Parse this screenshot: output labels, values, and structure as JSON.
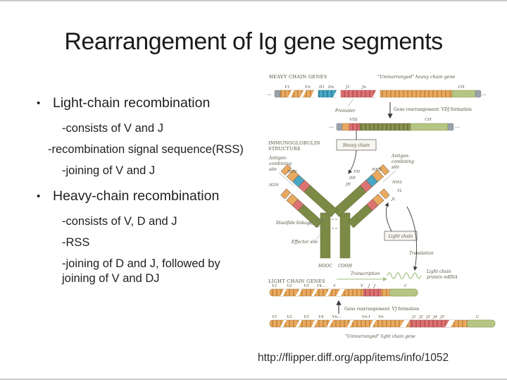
{
  "slide": {
    "title": "Rearrangement of Ig gene segments",
    "bullet_mark": "•",
    "bullets": [
      {
        "label": "Light-chain recombination",
        "subs": [
          "-consists of V and J",
          "-recombination signal sequence(RSS)",
          "-joining of V and J"
        ]
      },
      {
        "label": "Heavy-chain recombination",
        "subs": [
          "-consists of V, D and J",
          "-RSS",
          "-joining of D and J, followed by joining of V and DJ"
        ]
      }
    ],
    "source_url": "http://flipper.diff.org/app/items/info/1052"
  },
  "diagram": {
    "heavy": {
      "section": "HEAVY CHAIN GENES",
      "unrearranged": "\"Unrearranged\" heavy chain gene",
      "v1": "V1",
      "vn": "Vn",
      "d1": "D1",
      "dn": "Dn",
      "j1": "J1",
      "jn": "Jn",
      "ch": "CH",
      "promoter": "Promoter",
      "rearrangement": "Gene rearrangement: VDJ formation",
      "vdj": "VDJ",
      "ch2": "CH",
      "chain_box": "Heavy chain",
      "dots": "···"
    },
    "structure": {
      "title_line1": "IMMUNOGLOBULIN",
      "title_line2": "STRUCTURE",
      "antigen_line1": "Antigen-",
      "antigen_line2": "combining",
      "antigen_line3": "site",
      "h2n": "H2N",
      "nh2": "NH2",
      "vh": "VH",
      "dh": "DH",
      "jh": "JH",
      "vl": "VL",
      "jl": "JL",
      "disulfide": "Disulfide linkage",
      "effector": "Effector site",
      "hooc": "HOOC",
      "cooh": "COOH",
      "chain_box": "Light chain",
      "translation": "Translation"
    },
    "light": {
      "section": "LIGHT CHAIN GENES",
      "transcription": "Transcription",
      "mrna_line1": "Light chain",
      "mrna_line2": "protein mRNA",
      "rearranged_labels": [
        "V1",
        "V2",
        "V3",
        "V4...",
        "V",
        "V",
        "J",
        "J",
        "C"
      ],
      "rearrangement": "Gene rearrangement: VJ formation",
      "unrearranged_labels": [
        "V1",
        "V2",
        "V3",
        "V4",
        "Vn...",
        "Vn-1",
        "Vn",
        "J1",
        "J2",
        "J3",
        "J4",
        "J5",
        "C"
      ],
      "caption": "\"Unrearranged\" light chain gene"
    }
  }
}
